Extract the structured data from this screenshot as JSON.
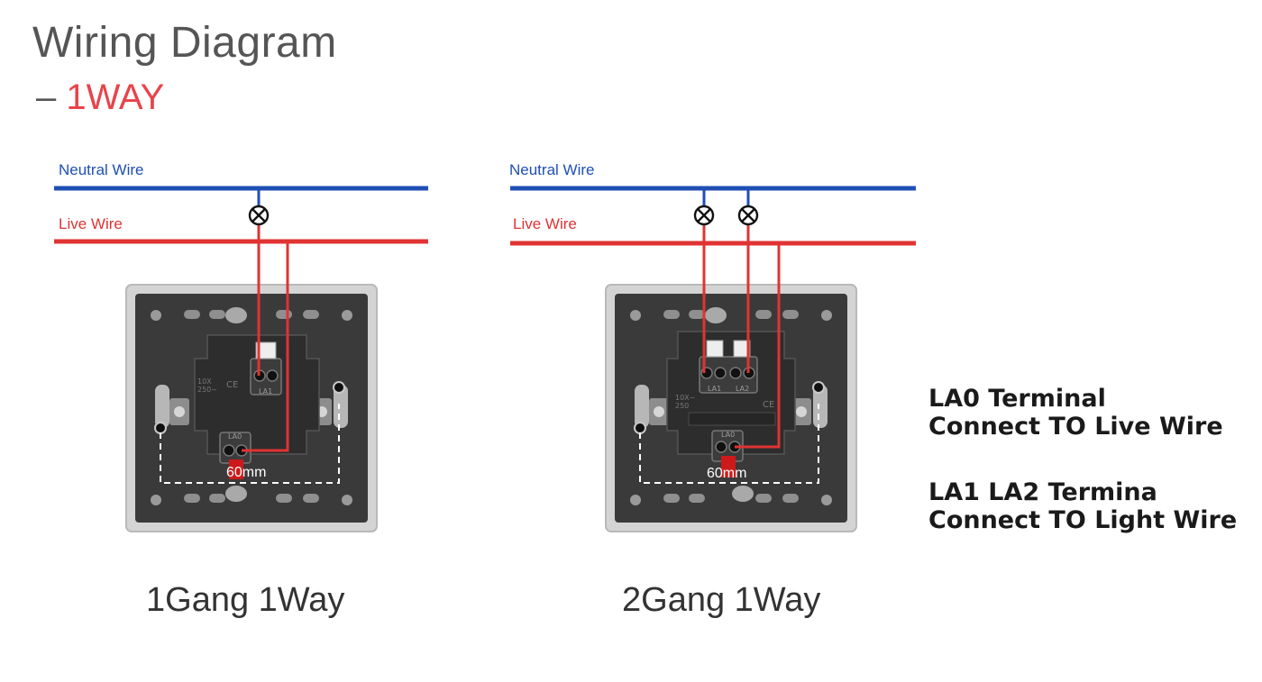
{
  "title": "Wiring Diagram",
  "subtitle": {
    "dash": "–",
    "text": "1WAY"
  },
  "colors": {
    "neutral": "#1f4fb5",
    "live": "#e03333",
    "accent": "#e8434a"
  },
  "left_diagram": {
    "neutral_label": "Neutral Wire",
    "live_label": "Live Wire",
    "measurement": "60mm",
    "terminal_labels": [
      "LA1",
      "LA0"
    ],
    "caption": "1Gang 1Way"
  },
  "right_diagram": {
    "neutral_label": "Neutral Wire",
    "live_label": "Live Wire",
    "measurement": "60mm",
    "terminal_labels": [
      "LA1",
      "LA2",
      "LA0"
    ],
    "caption": "2Gang 1Way"
  },
  "notes": [
    {
      "line1": "LA0 Terminal",
      "line2": "Connect TO Live Wire"
    },
    {
      "line1": "LA1 LA2 Termina",
      "line2": "Connect TO Light Wire"
    }
  ],
  "icons": [
    "lamp-icon"
  ]
}
